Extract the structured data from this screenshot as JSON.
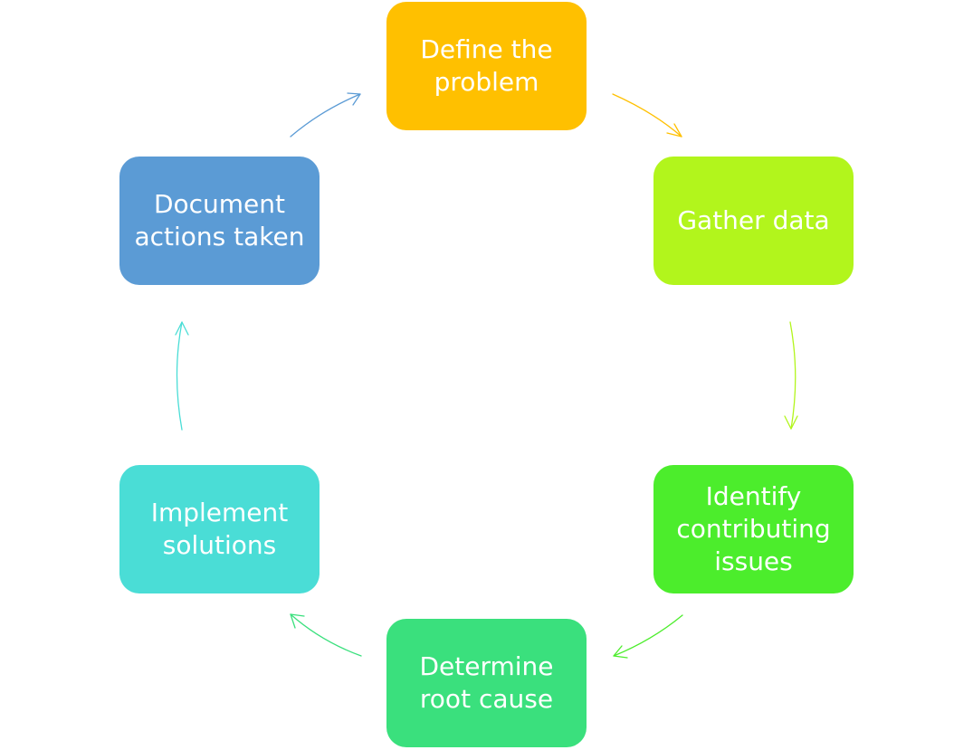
{
  "diagram": {
    "nodes": [
      {
        "id": "define",
        "label": "Define the\nproblem",
        "color": "#FFC000"
      },
      {
        "id": "gather",
        "label": "Gather data",
        "color": "#B2F51C"
      },
      {
        "id": "identify",
        "label": "Identify\ncontributing\nissues",
        "color": "#4CED2C"
      },
      {
        "id": "determine",
        "label": "Determine\nroot cause",
        "color": "#3AE07D"
      },
      {
        "id": "implement",
        "label": "Implement\nsolutions",
        "color": "#4ADDD6"
      },
      {
        "id": "document",
        "label": "Document\nactions taken",
        "color": "#5B9BD5"
      }
    ],
    "arrows": [
      {
        "from": "define",
        "to": "gather",
        "color": "#FFC000"
      },
      {
        "from": "gather",
        "to": "identify",
        "color": "#B2F51C"
      },
      {
        "from": "identify",
        "to": "determine",
        "color": "#4CED2C"
      },
      {
        "from": "determine",
        "to": "implement",
        "color": "#3AE07D"
      },
      {
        "from": "implement",
        "to": "document",
        "color": "#4ADDD6"
      },
      {
        "from": "document",
        "to": "define",
        "color": "#5B9BD5"
      }
    ]
  }
}
